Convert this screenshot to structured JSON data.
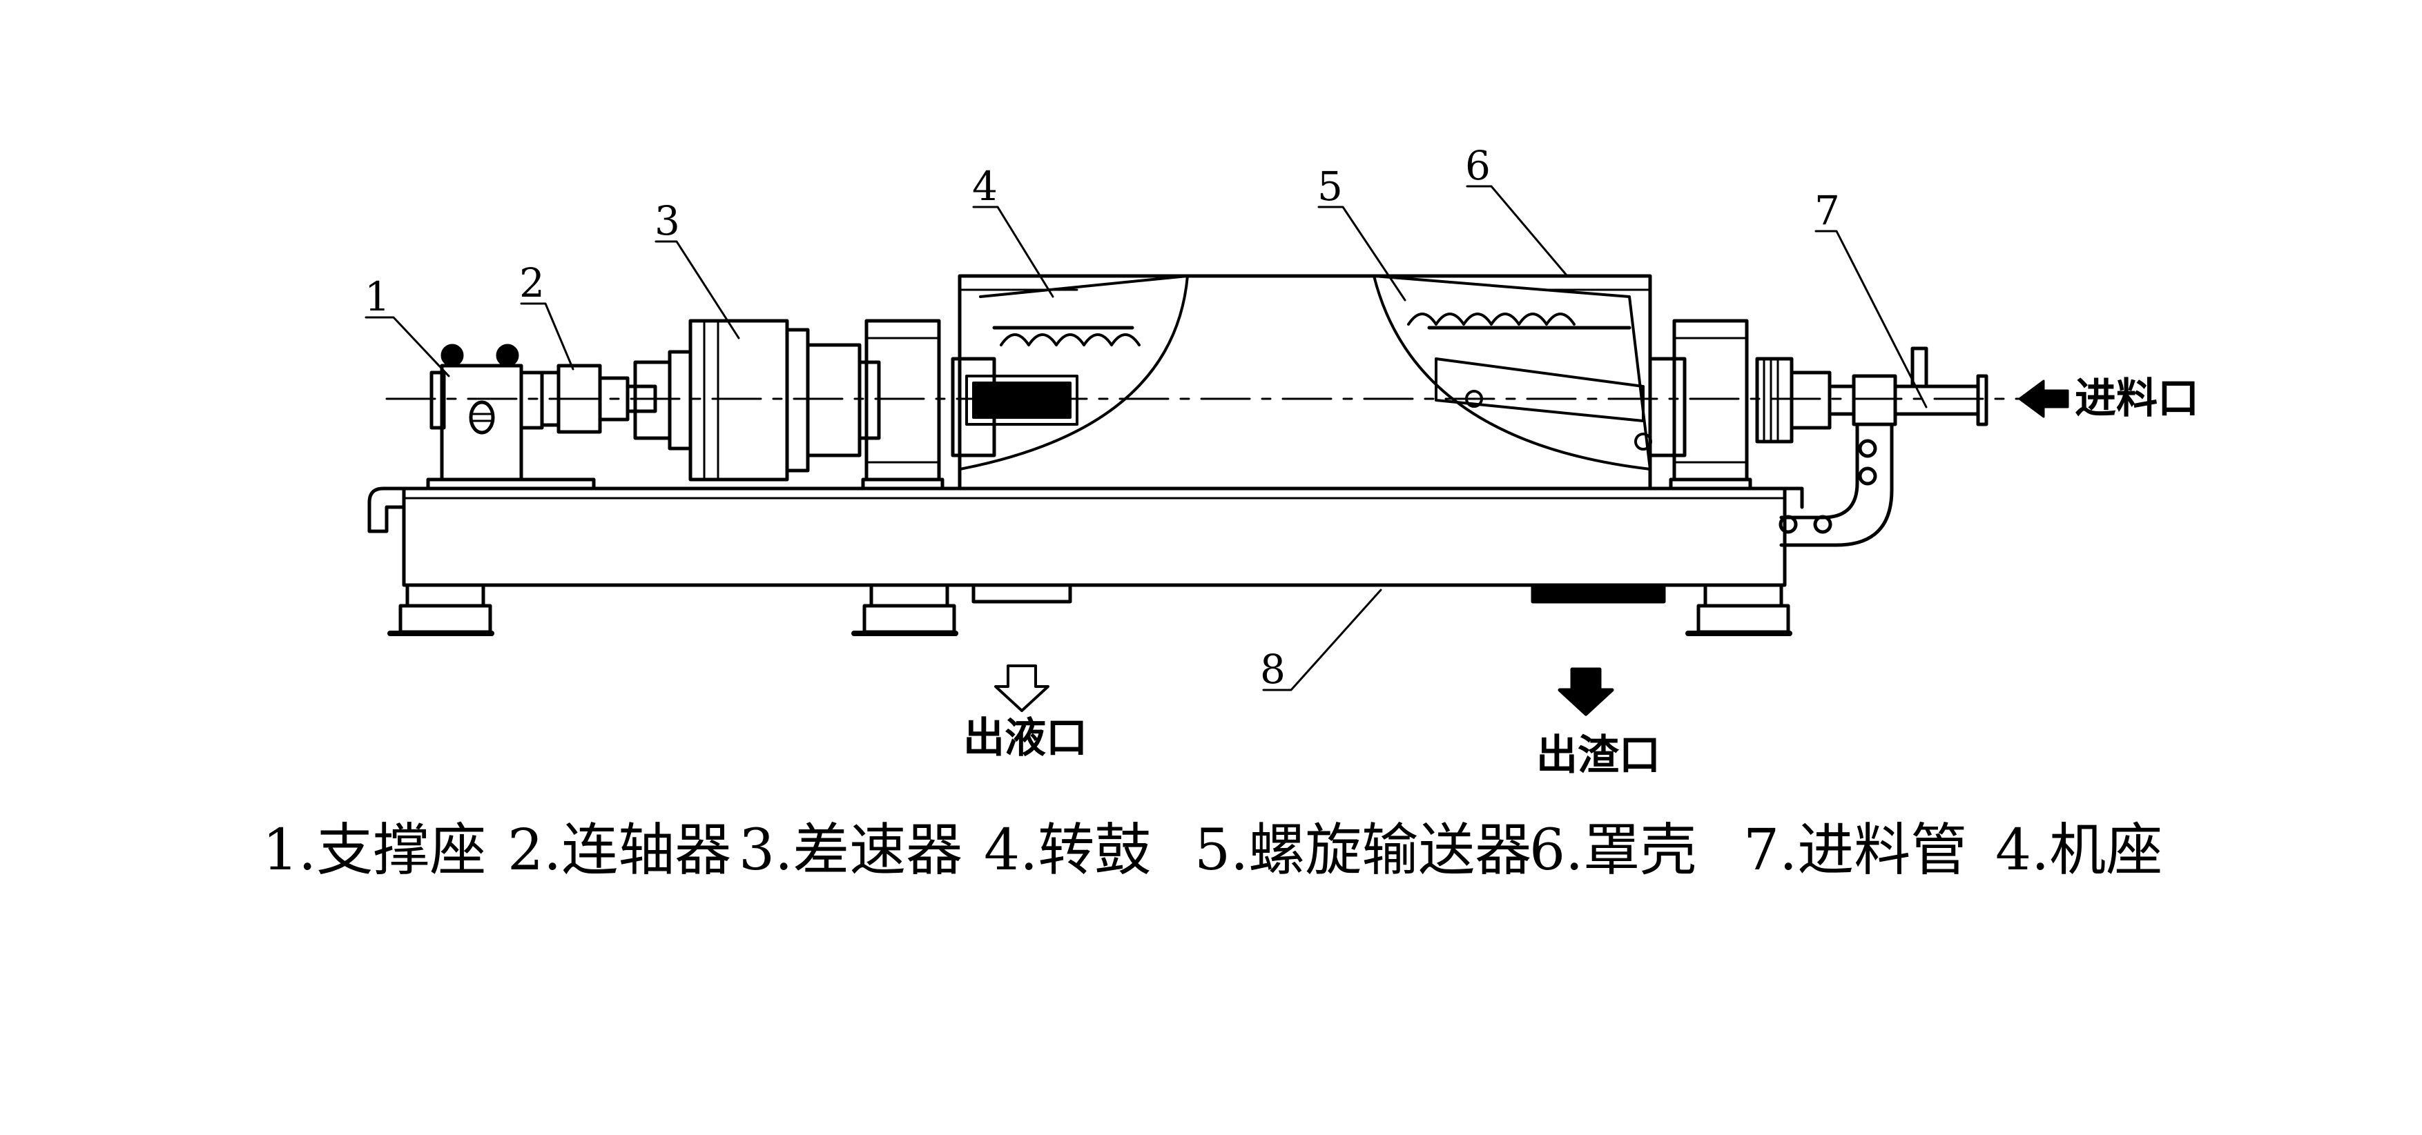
{
  "diagram": {
    "callouts": [
      {
        "id": "1",
        "text": "1"
      },
      {
        "id": "2",
        "text": "2"
      },
      {
        "id": "3",
        "text": "3"
      },
      {
        "id": "4",
        "text": "4"
      },
      {
        "id": "5",
        "text": "5"
      },
      {
        "id": "6",
        "text": "6"
      },
      {
        "id": "7",
        "text": "7"
      },
      {
        "id": "8",
        "text": "8"
      }
    ],
    "flow_labels": {
      "inlet": "进料口",
      "liquid_outlet": "出液口",
      "solids_outlet": "出渣口"
    },
    "legend": [
      "1.支撑座",
      "2.连轴器",
      "3.差速器",
      "4.转鼓",
      "5.螺旋输送器",
      "6.罩壳",
      "7.进料管",
      "4.机座"
    ]
  }
}
